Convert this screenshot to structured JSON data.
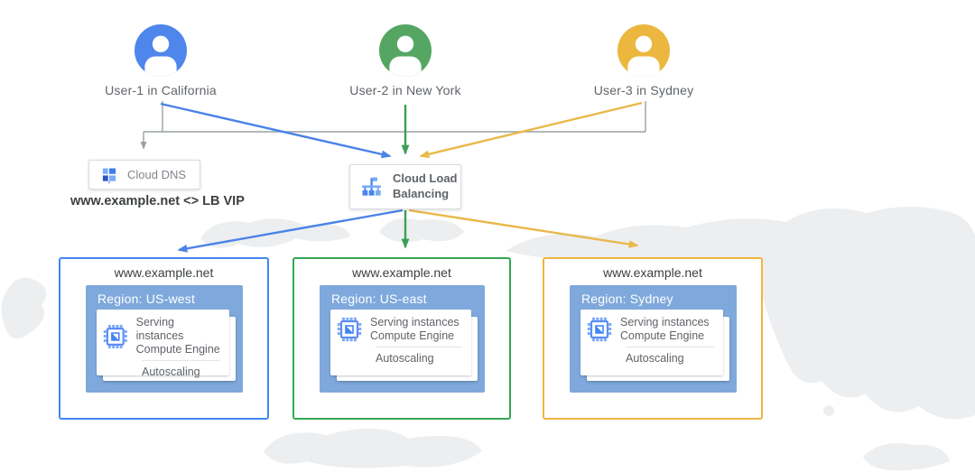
{
  "users": [
    {
      "id": "user-1",
      "label": "User-1 in California",
      "color": "#4E86EC"
    },
    {
      "id": "user-2",
      "label": "User-2 in New York",
      "color": "#55A663"
    },
    {
      "id": "user-3",
      "label": "User-3 in Sydney",
      "color": "#ECB73F"
    }
  ],
  "dns": {
    "label": "Cloud DNS"
  },
  "lb": {
    "line1": "Cloud Load",
    "line2": "Balancing"
  },
  "vip_note": "www.example.net <> LB VIP",
  "regions": [
    {
      "domain": "www.example.net",
      "region_label": "Region: US-west",
      "service_line1": "Serving instances",
      "service_line2": "Compute Engine",
      "autoscaling": "Autoscaling",
      "accent": "#4285F4"
    },
    {
      "domain": "www.example.net",
      "region_label": "Region: US-east",
      "service_line1": "Serving instances",
      "service_line2": "Compute Engine",
      "autoscaling": "Autoscaling",
      "accent": "#34A853"
    },
    {
      "domain": "www.example.net",
      "region_label": "Region: Sydney",
      "service_line1": "Serving instances",
      "service_line2": "Compute Engine",
      "autoscaling": "Autoscaling",
      "accent": "#F1B53D"
    }
  ],
  "colors": {
    "arrow_blue": "#4A82E8",
    "arrow_green": "#3BA055",
    "arrow_yellow": "#E9B848",
    "connector_gray": "#9AA0A6",
    "panel_blue": "#7FA9DC",
    "map_gray": "#ECEEF0",
    "icon_blue_dark": "#4285F4",
    "icon_blue_light": "#7BAAF7"
  }
}
